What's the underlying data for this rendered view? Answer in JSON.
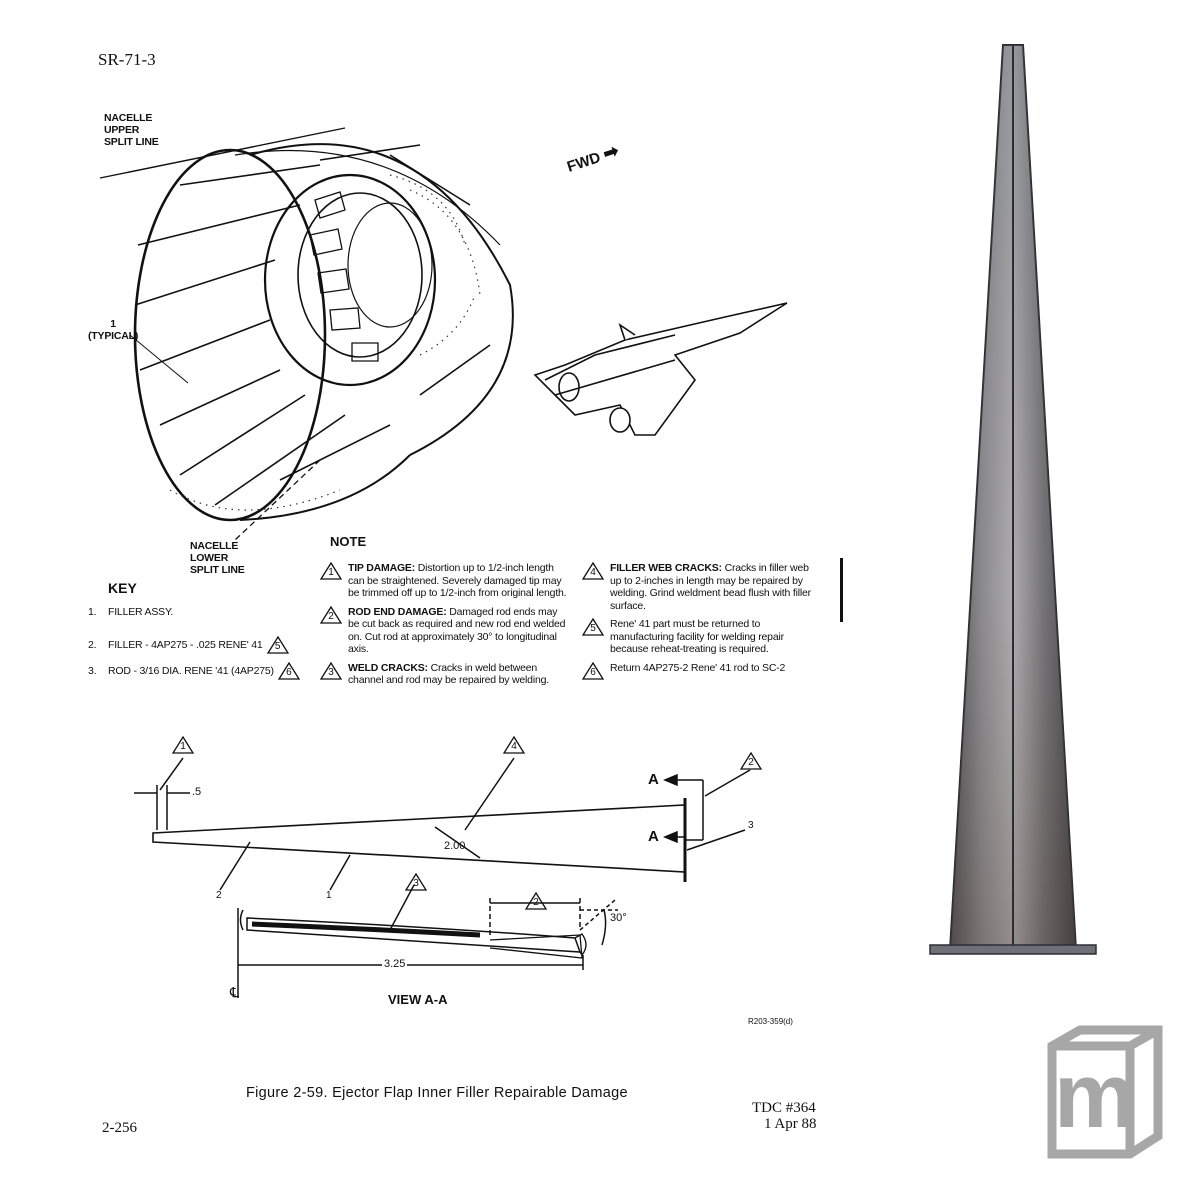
{
  "header": {
    "doc_id": "SR-71-3"
  },
  "labels": {
    "upper_split_line": [
      "NACELLE",
      "UPPER",
      "SPLIT LINE"
    ],
    "lower_split_line": [
      "NACELLE",
      "LOWER",
      "SPLIT LINE"
    ],
    "typical": [
      "1",
      "(TYPICAL)"
    ],
    "fwd": "FWD"
  },
  "key": {
    "title": "KEY",
    "items": [
      {
        "num": "1.",
        "text": "FILLER ASSY.",
        "ref": ""
      },
      {
        "num": "2.",
        "text": "FILLER - 4AP275 - .025 RENE' 41",
        "ref": "5"
      },
      {
        "num": "3.",
        "text": "ROD - 3/16 DIA. RENE '41 (4AP275)",
        "ref": "6"
      }
    ]
  },
  "note": {
    "title": "NOTE",
    "items": [
      {
        "ref": "1",
        "title": "TIP DAMAGE:",
        "text": "Distortion up to 1/2-inch length can be straightened. Severely damaged tip may be trimmed off up to 1/2-inch from original length."
      },
      {
        "ref": "2",
        "title": "ROD END DAMAGE:",
        "text": "Damaged rod ends may be cut back as required and new rod end welded on. Cut rod at approximately 30° to longitudinal axis."
      },
      {
        "ref": "3",
        "title": "WELD CRACKS:",
        "text": "Cracks in weld between channel and rod may be repaired by welding."
      },
      {
        "ref": "4",
        "title": "FILLER WEB CRACKS:",
        "text": "Cracks in filler web up to 2-inches in length may be repaired by welding. Grind weldment bead flush with filler surface."
      },
      {
        "ref": "5",
        "title": "",
        "text": "Rene' 41 part must be returned to manufacturing facility for welding repair because reheat-treating is required."
      },
      {
        "ref": "6",
        "title": "",
        "text": "Return 4AP275-2 Rene' 41 rod to SC-2"
      }
    ]
  },
  "detail": {
    "dim_tip": ".5",
    "dim_crack": "2.00",
    "dim_length": "3.25",
    "angle": "30°",
    "section_mark": "A",
    "view_label": "VIEW A-A",
    "centerline": "℄",
    "callouts": [
      "1",
      "2",
      "3"
    ],
    "refs": [
      "1",
      "4",
      "2",
      "3",
      "2"
    ]
  },
  "footer": {
    "drawing_no": "R203-359(d)",
    "figure_caption": "Figure 2-59. Ejector Flap Inner Filler Repairable Damage",
    "tdc": "TDC #364",
    "date": "1 Apr 88",
    "page": "2-256"
  },
  "logo": {
    "letter": "m"
  }
}
